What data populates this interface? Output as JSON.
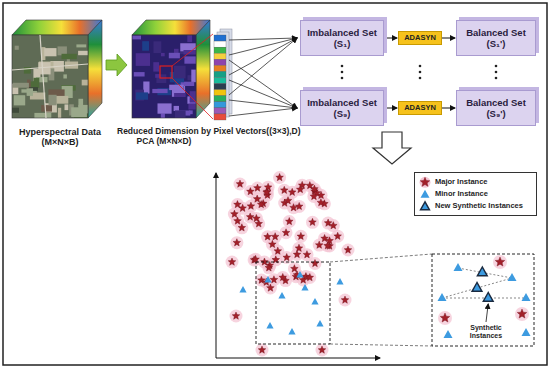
{
  "diagram": {
    "nodes": [
      {
        "text": [
          "Imbalanced Set (S₁)"
        ]
      },
      {
        "text": [
          "ADASYN"
        ]
      },
      {
        "text": [
          "Balanced Set (S₁')"
        ]
      },
      {
        "text": [
          "Imbalanced Set (S₉)"
        ]
      },
      {
        "text": [
          "ADASYN"
        ]
      },
      {
        "text": [
          "Balanced Set (S₉')"
        ]
      }
    ],
    "edges": [
      {
        "from": 0,
        "to": 1,
        "arrow": "to"
      },
      {
        "from": 1,
        "to": 2,
        "arrow": "to"
      },
      {
        "from": 3,
        "to": 4,
        "arrow": "to"
      },
      {
        "from": 4,
        "to": 5,
        "arrow": "to"
      }
    ],
    "labels": [
      "Hyperspectral Data (M×N×B)",
      "Reduced Dimension by PCA (M×N×D)",
      "Pixel Vectors((3×3),D)",
      "Synthetic Instances"
    ],
    "legend": [
      {
        "text": "Major Instance"
      },
      {
        "text": "Minor Instance"
      },
      {
        "text": "New Synthetic Instances"
      }
    ]
  }
}
